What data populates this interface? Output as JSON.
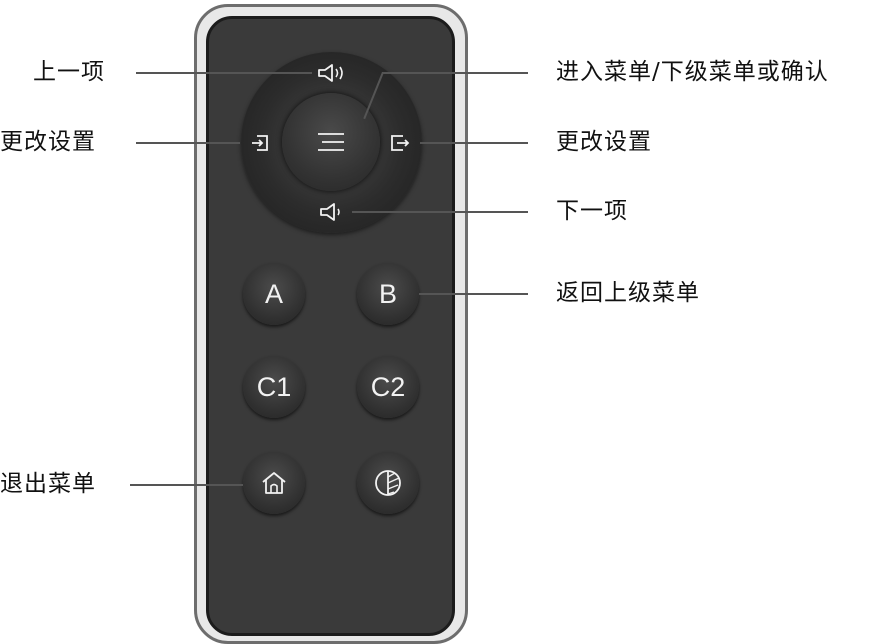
{
  "labels": {
    "prev_item": "上一项",
    "change_setting_left": "更改设置",
    "enter_menu": "进入菜单/下级菜单或确认",
    "change_setting_right": "更改设置",
    "next_item": "下一项",
    "back_menu": "返回上级菜单",
    "exit_menu": "退出菜单"
  },
  "buttons": {
    "a": "A",
    "b": "B",
    "c1": "C1",
    "c2": "C2"
  },
  "icons": {
    "up": "volume-up-icon",
    "down": "volume-down-icon",
    "left": "input-icon",
    "right": "output-icon",
    "center": "menu-icon",
    "home": "home-icon",
    "contrast": "contrast-icon"
  },
  "colors": {
    "remote_body": "#3a3a3a",
    "remote_frame": "#e8e8e8",
    "button": "#303030",
    "icon": "#f2f2f2",
    "leader": "#555555"
  }
}
